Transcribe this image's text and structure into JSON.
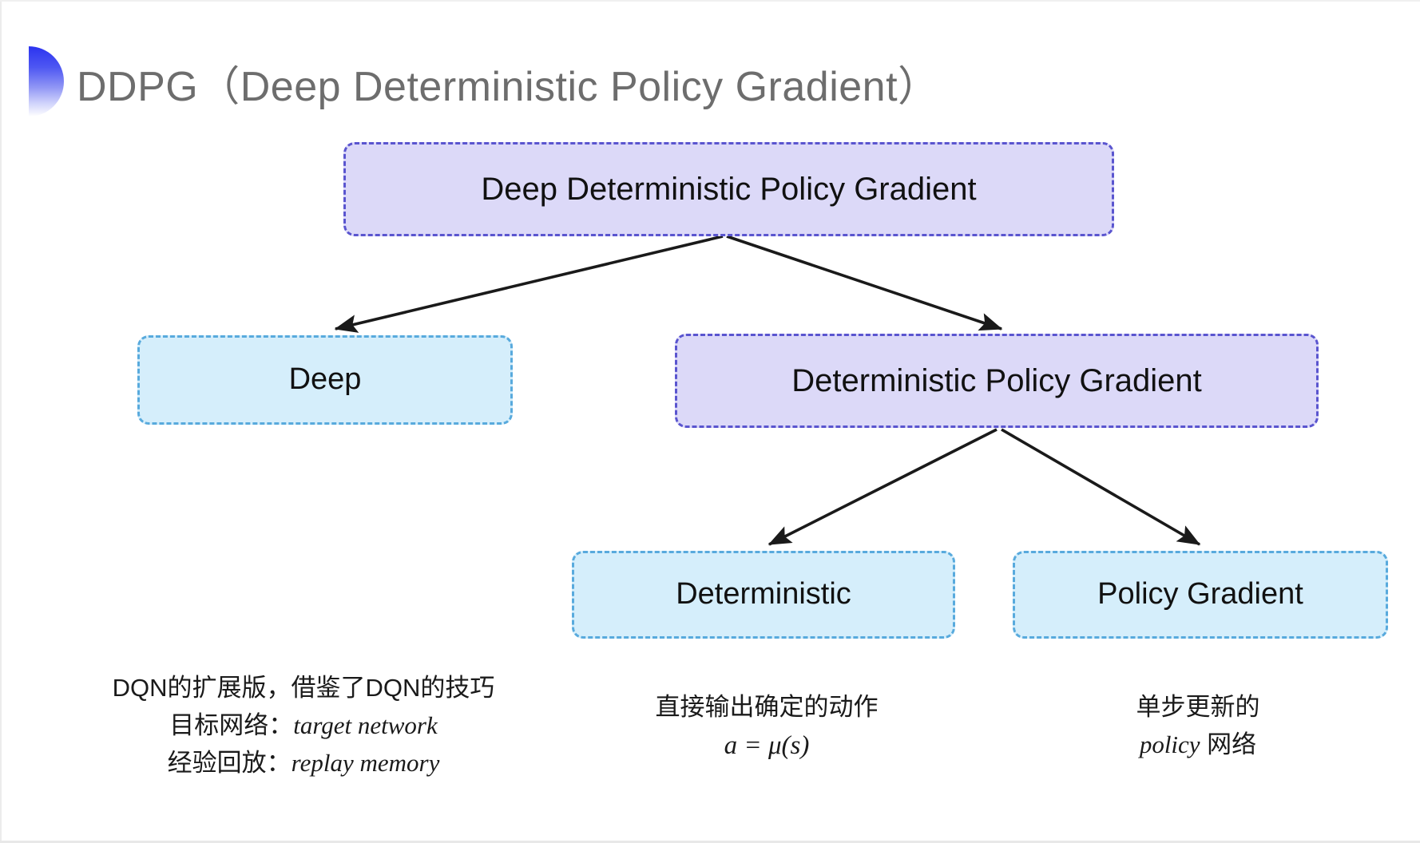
{
  "slide": {
    "title": "DDPG（Deep Deterministic Policy Gradient）",
    "background_color": "#ffffff",
    "accent_color": "#2b33f0"
  },
  "colors": {
    "purple_fill": "#dcd9f8",
    "purple_border": "#5a55cf",
    "blue_fill": "#d5eefb",
    "blue_border": "#58aadd",
    "arrow": "#1a1a1a",
    "title_text": "#6d6d6d"
  },
  "nodes": {
    "root": {
      "label": "Deep Deterministic Policy Gradient",
      "style": "purple"
    },
    "deep": {
      "label": "Deep",
      "style": "blue"
    },
    "dpg": {
      "label": "Deterministic Policy Gradient",
      "style": "purple"
    },
    "deterministic": {
      "label": "Deterministic",
      "style": "blue"
    },
    "policy_gradient": {
      "label": "Policy Gradient",
      "style": "blue"
    }
  },
  "captions": {
    "deep": {
      "line1": "DQN的扩展版，借鉴了DQN的技巧",
      "line2_label": "目标网络：",
      "line2_term": "target network",
      "line3_label": "经验回放：",
      "line3_term": "replay memory"
    },
    "deterministic": {
      "line1": "直接输出确定的动作",
      "formula": "a = μ(s)"
    },
    "policy_gradient": {
      "line1": "单步更新的",
      "line2_term": "policy",
      "line2_suffix": " 网络"
    }
  }
}
